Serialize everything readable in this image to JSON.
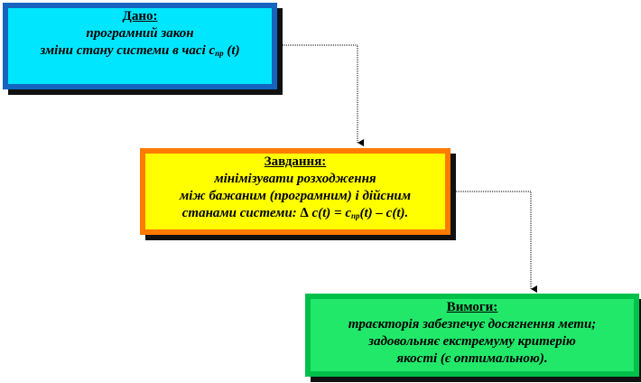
{
  "given": {
    "title": "Дано:",
    "line1": "програмний закон",
    "line2_pre": "зміни стану системи в часі c",
    "line2_sub": "пр",
    "line2_post": " (t)"
  },
  "task": {
    "title": "Завдання:",
    "line1": "мінімізувати розходження",
    "line2": "між бажаним (програмним) і дійсним",
    "line3_pre": "станами системи: ∆ c(t) = c",
    "line3_sub": "пр",
    "line3_post": "(t) – c(t)."
  },
  "requirements": {
    "title": "Вимоги:",
    "line1": "траєкторія забезпечує досягнення мети;",
    "line2": "задовольняє екстремуму критерію",
    "line3": "якості (є оптимальною)."
  },
  "colors": {
    "given_fill": "#00e6ff",
    "given_border": "#1565c0",
    "task_fill": "#ffff00",
    "task_border": "#ff7a00",
    "req_fill": "#22e86a",
    "req_border": "#00c04a",
    "shadow": "#111111"
  }
}
